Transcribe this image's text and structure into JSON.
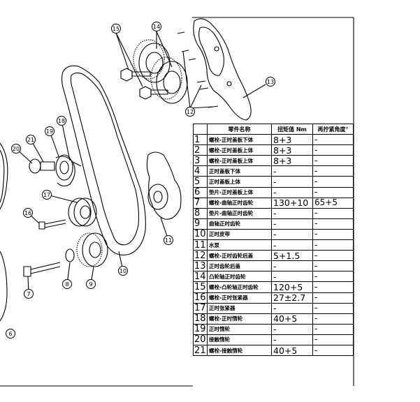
{
  "table": {
    "headers": [
      "",
      "零件名称",
      "扭矩值 Nm",
      "再拧紧角度°"
    ],
    "rows": [
      {
        "no": "1",
        "name": "螺栓-正时盖板下体",
        "torque": "8+3",
        "angle": "-"
      },
      {
        "no": "2",
        "name": "螺栓-正时盖板上体",
        "torque": "8+3",
        "angle": "-"
      },
      {
        "no": "3",
        "name": "螺栓-正时盖板上体",
        "torque": "8+3",
        "angle": "-"
      },
      {
        "no": "4",
        "name": "正时盖板下体",
        "torque": "-",
        "angle": "-"
      },
      {
        "no": "5",
        "name": "正时盖板上体",
        "torque": "-",
        "angle": "-"
      },
      {
        "no": "6",
        "name": "垫片-正时盖板上体",
        "torque": "-",
        "angle": "-"
      },
      {
        "no": "7",
        "name": "螺栓-曲轴正时齿轮",
        "torque": "130+10",
        "angle": "65+5"
      },
      {
        "no": "8",
        "name": "垫片-曲轴正时齿轮",
        "torque": "-",
        "angle": "-"
      },
      {
        "no": "9",
        "name": "曲轴正时齿轮",
        "torque": "-",
        "angle": "-"
      },
      {
        "no": "10",
        "name": "正时皮带",
        "torque": "-",
        "angle": "-"
      },
      {
        "no": "11",
        "name": "水泵",
        "torque": "-",
        "angle": "-"
      },
      {
        "no": "12",
        "name": "螺栓-正时齿轮后盖",
        "torque": "5+1.5",
        "angle": "-"
      },
      {
        "no": "13",
        "name": "正时齿轮后盖",
        "torque": "-",
        "angle": "-"
      },
      {
        "no": "14",
        "name": "凸轮轴正时齿轮",
        "torque": "-",
        "angle": "-"
      },
      {
        "no": "15",
        "name": "螺栓-凸轮轴正时齿轮",
        "torque": "120+5",
        "angle": "-"
      },
      {
        "no": "16",
        "name": "螺栓-正时张紧器",
        "torque": "27±2.7",
        "angle": "-"
      },
      {
        "no": "17",
        "name": "正时张紧器",
        "torque": "-",
        "angle": "-"
      },
      {
        "no": "18",
        "name": "螺栓-正时惰轮",
        "torque": "40+5",
        "angle": "-"
      },
      {
        "no": "19",
        "name": "正时惰轮",
        "torque": "-",
        "angle": "-"
      },
      {
        "no": "20",
        "name": "接触惰轮",
        "torque": "-",
        "angle": "-"
      },
      {
        "no": "21",
        "name": "螺栓-接触惰轮",
        "torque": "40+5",
        "angle": "-"
      }
    ]
  },
  "callouts": [
    "15",
    "14",
    "13",
    "12",
    "18",
    "19",
    "21",
    "20",
    "17",
    "16",
    "11",
    "10",
    "9",
    "8",
    "7",
    "6"
  ]
}
